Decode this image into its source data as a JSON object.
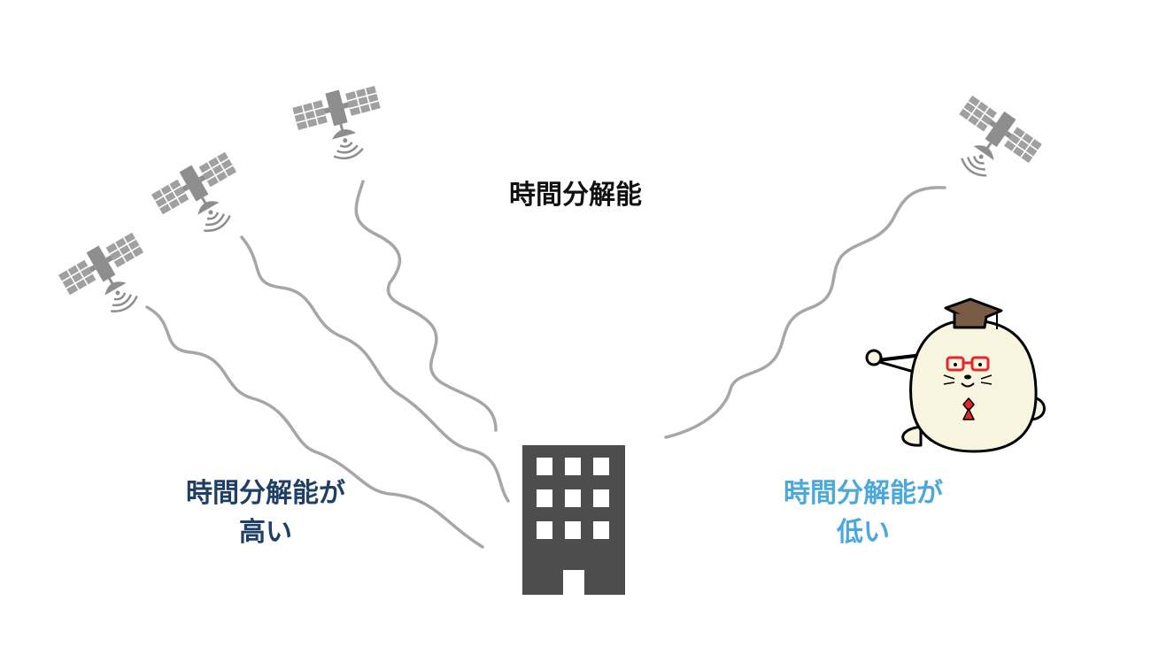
{
  "diagram": {
    "title": "時間分解能",
    "high": {
      "line1": "時間分解能が",
      "line2": "高い",
      "color": "#1f3f66"
    },
    "low": {
      "line1": "時間分解能が",
      "line2": "低い",
      "color": "#4aa8dc"
    }
  },
  "colors": {
    "wave": "#a6a6a6",
    "satellite": "#9a9a9a",
    "building": "#4d4d4d",
    "character_body": "#f7f5df",
    "cap": "#7a5b45",
    "glasses": "#e3272d"
  },
  "icons": [
    "satellite-icon",
    "building-icon",
    "professor-character"
  ]
}
